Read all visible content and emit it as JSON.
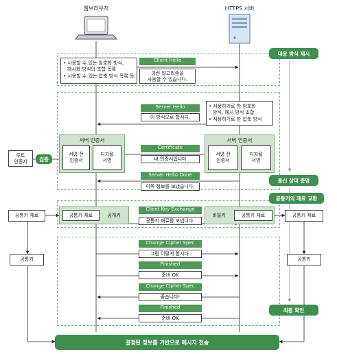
{
  "actors": {
    "browser": "웹브라우저",
    "server": "HTTPS 서버"
  },
  "phases": {
    "negotiation": "대응 방식 제시",
    "authentication": "통신 상대 증명",
    "key_exchange": "공통키의 재료 교환",
    "final_check": "최종 확인"
  },
  "client_hello": {
    "label": "Client Hello",
    "message": [
      "이런 알고리즘을",
      "사용할 수 있습니다."
    ],
    "client_notes": [
      "• 사용할 수 있는 암호화 방식,",
      "해시화 방식의 조합 목록",
      "• 사용할 수 있는 압축 방식 목록 등"
    ]
  },
  "server_hello": {
    "label": "Server Hello",
    "message": "이 방식으로 합시다.",
    "server_notes": [
      "• 사용하기로 한 암호화",
      "방식, 해시 방식 조합",
      "• 사용하기로 한 압축 방식"
    ]
  },
  "certificate": {
    "label": "Certificate",
    "message": "내 인증서입니다",
    "cert_title": "서버 인증서",
    "unsigned": [
      "서명 전",
      "인증서"
    ],
    "digital_sig": [
      "디지털",
      "서명"
    ],
    "root_ca": [
      "루트",
      "인증서"
    ],
    "verify": "검증"
  },
  "server_hello_done": {
    "label": "Server Hello Done",
    "message": "이쪽 정보를 보냈습니다."
  },
  "key_exchange": {
    "label": "Client Key Exchange",
    "message": "공통키 재료를 보냅니다.",
    "material": "공통키 재료",
    "public_key": "공개키",
    "private_key": "비밀키",
    "common_key": "공통키"
  },
  "finish": [
    {
      "label": "Change Cipher Spec",
      "message": "그럼 이렇게 합시다.",
      "dir": "right"
    },
    {
      "label": "Finished",
      "message": "준비 OK",
      "dir": "right"
    },
    {
      "label": "Change Cipher Spec",
      "message": "좋습니다!",
      "dir": "left"
    },
    {
      "label": "Finished",
      "message": "준비 OK",
      "dir": "left"
    }
  ],
  "result": "결정된 정보를 기반으로 메시지 전송",
  "colors": {
    "green": "#3f8f4f",
    "green_header": "#4f9a56",
    "green_light": "#cfe3cf",
    "dotted": "#58a35f"
  }
}
